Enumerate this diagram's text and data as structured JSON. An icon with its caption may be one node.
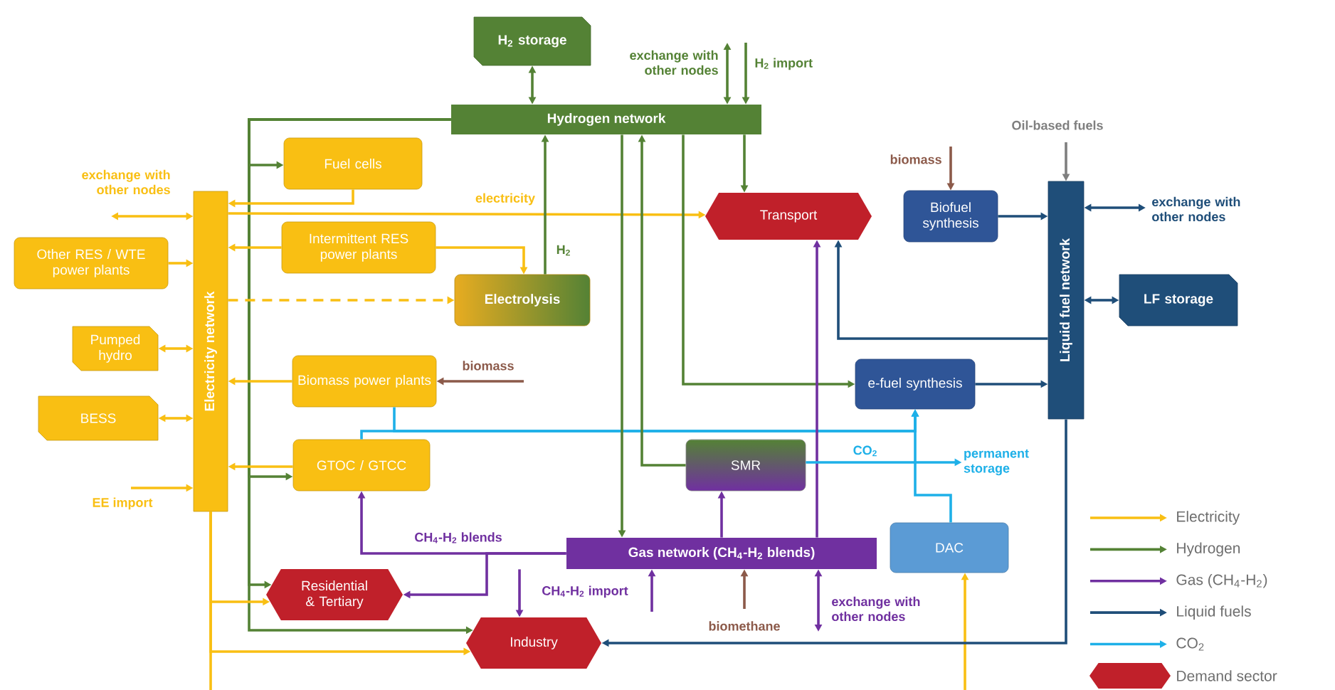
{
  "diagram": {
    "nodes": [
      {
        "text": [
          "H$_{2}$ storage"
        ]
      },
      {
        "text": [
          "Hydrogen network"
        ]
      },
      {
        "text": [
          "Fuel cells"
        ]
      },
      {
        "text": [
          "Electricity network"
        ]
      },
      {
        "text": [
          "Other RES / WTE power plants"
        ]
      },
      {
        "text": [
          "Intermittent RES power plants"
        ]
      },
      {
        "text": [
          "Electrolysis"
        ]
      },
      {
        "text": [
          "Pumped hydro"
        ]
      },
      {
        "text": [
          "Biomass power plants"
        ]
      },
      {
        "text": [
          "BESS"
        ]
      },
      {
        "text": [
          "GTOC / GTCC"
        ]
      },
      {
        "text": [
          "Transport"
        ]
      },
      {
        "text": [
          "Biofuel synthesis"
        ]
      },
      {
        "text": [
          "Liquid fuel network"
        ]
      },
      {
        "text": [
          "LF storage"
        ]
      },
      {
        "text": [
          "e-fuel synthesis"
        ]
      },
      {
        "text": [
          "SMR"
        ]
      },
      {
        "text": [
          "Gas network (CH$_{4}$-H$_{2}$ blends)"
        ]
      },
      {
        "text": [
          "DAC"
        ]
      },
      {
        "text": [
          "Residential & Tertiary"
        ]
      },
      {
        "text": [
          "Industry"
        ]
      },
      {
        "text": [
          "permanent storage"
        ]
      }
    ],
    "edges": [
      {
        "from": 1,
        "to": 0,
        "arrow": "both",
        "color": "#548235"
      },
      {
        "from": null,
        "to": 1,
        "arrow": "both",
        "label": "exchange with other nodes",
        "color": "#548235"
      },
      {
        "from": null,
        "to": 1,
        "arrow": "to",
        "label": "H$_{2}$ import",
        "color": "#548235"
      },
      {
        "from": 1,
        "to": 2,
        "arrow": "to",
        "color": "#548235"
      },
      {
        "from": 1,
        "to": 10,
        "arrow": "to",
        "color": "#548235"
      },
      {
        "from": 1,
        "to": 19,
        "arrow": "to",
        "color": "#548235"
      },
      {
        "from": 1,
        "to": 20,
        "arrow": "to",
        "color": "#548235"
      },
      {
        "from": 2,
        "to": 3,
        "arrow": "to",
        "color": "#f9bf13"
      },
      {
        "from": 3,
        "to": null,
        "arrow": "both",
        "label": "exchange with other nodes",
        "color": "#f9bf13"
      },
      {
        "from": 3,
        "to": 11,
        "arrow": "to",
        "label": "electricity",
        "color": "#f9bf13"
      },
      {
        "from": 5,
        "to": 3,
        "arrow": "to",
        "color": "#f9bf13"
      },
      {
        "from": 5,
        "to": 6,
        "arrow": "to",
        "color": "#f9bf13"
      },
      {
        "from": 4,
        "to": 3,
        "arrow": "to",
        "color": "#f9bf13"
      },
      {
        "from": 3,
        "to": 6,
        "arrow": "to",
        "style": "dashed",
        "color": "#f9bf13"
      },
      {
        "from": 6,
        "to": 1,
        "arrow": "to",
        "label": "H$_{2}$",
        "color": "#548235"
      },
      {
        "from": 7,
        "to": 3,
        "arrow": "both",
        "color": "#f9bf13"
      },
      {
        "from": null,
        "to": 8,
        "arrow": "to",
        "label": "biomass",
        "color": "#8c5a4a"
      },
      {
        "from": 8,
        "to": 3,
        "arrow": "to",
        "color": "#f9bf13"
      },
      {
        "from": 9,
        "to": 3,
        "arrow": "both",
        "color": "#f9bf13"
      },
      {
        "from": 8,
        "to": 15,
        "arrow": "to",
        "color": "#1eb0e8"
      },
      {
        "from": 10,
        "to": 15,
        "arrow": "to",
        "color": "#1eb0e8"
      },
      {
        "from": 10,
        "to": 3,
        "arrow": "to",
        "color": "#f9bf13"
      },
      {
        "from": null,
        "to": 3,
        "arrow": "to",
        "label": "EE import",
        "color": "#f9bf13"
      },
      {
        "from": 3,
        "to": 19,
        "arrow": "to",
        "color": "#f9bf13"
      },
      {
        "from": 3,
        "to": 20,
        "arrow": "to",
        "color": "#f9bf13"
      },
      {
        "from": 3,
        "to": null,
        "arrow": "none",
        "color": "#f9bf13"
      },
      {
        "from": null,
        "to": 18,
        "arrow": "to",
        "color": "#f9bf13"
      },
      {
        "from": 1,
        "to": 11,
        "arrow": "to",
        "color": "#548235"
      },
      {
        "from": 1,
        "to": 17,
        "arrow": "to",
        "color": "#548235"
      },
      {
        "from": 16,
        "to": 1,
        "arrow": "to",
        "color": "#548235"
      },
      {
        "from": 1,
        "to": 15,
        "arrow": "to",
        "color": "#548235"
      },
      {
        "from": 17,
        "to": 11,
        "arrow": "to",
        "color": "#7030a0"
      },
      {
        "from": 13,
        "to": 11,
        "arrow": "to",
        "color": "#1f4e79"
      },
      {
        "from": null,
        "to": 12,
        "arrow": "to",
        "label": "biomass",
        "color": "#8c5a4a"
      },
      {
        "from": 12,
        "to": 13,
        "arrow": "to",
        "color": "#1f4e79"
      },
      {
        "from": null,
        "to": 13,
        "arrow": "to",
        "label": "Oil-based fuels",
        "color": "#7f7f7f"
      },
      {
        "from": 13,
        "to": null,
        "arrow": "both",
        "label": "exchange with other nodes",
        "color": "#1f4e79"
      },
      {
        "from": 13,
        "to": 14,
        "arrow": "both",
        "color": "#1f4e79"
      },
      {
        "from": 15,
        "to": 13,
        "arrow": "to",
        "color": "#1f4e79"
      },
      {
        "from": 17,
        "to": 16,
        "arrow": "to",
        "color": "#7030a0"
      },
      {
        "from": 16,
        "to": 21,
        "arrow": "to",
        "label": "CO$_{2}$",
        "color": "#1eb0e8"
      },
      {
        "from": 18,
        "to": 15,
        "arrow": "to",
        "color": "#1eb0e8"
      },
      {
        "from": 17,
        "to": 10,
        "arrow": "to",
        "label": "CH$_{4}$-H$_{2}$ blends",
        "color": "#7030a0"
      },
      {
        "from": 17,
        "to": 19,
        "arrow": "to",
        "color": "#7030a0"
      },
      {
        "from": 17,
        "to": 20,
        "arrow": "to",
        "color": "#7030a0"
      },
      {
        "from": null,
        "to": 17,
        "arrow": "to",
        "label": "CH$_{4}$-H$_{2}$ import",
        "color": "#7030a0"
      },
      {
        "from": null,
        "to": 17,
        "arrow": "to",
        "label": "biomethane",
        "color": "#8c5a4a"
      },
      {
        "from": 17,
        "to": null,
        "arrow": "both",
        "label": "exchange with other nodes",
        "color": "#7030a0"
      },
      {
        "from": 13,
        "to": 20,
        "arrow": "to",
        "color": "#1f4e79"
      }
    ],
    "legend": [
      {
        "text": "Electricity"
      },
      {
        "text": "Hydrogen"
      },
      {
        "text": "Gas (CH$_{4}$-H$_{2}$)"
      },
      {
        "text": "Liquid fuels"
      },
      {
        "text": "CO$_{2}$"
      },
      {
        "text": "Demand sector"
      }
    ]
  }
}
